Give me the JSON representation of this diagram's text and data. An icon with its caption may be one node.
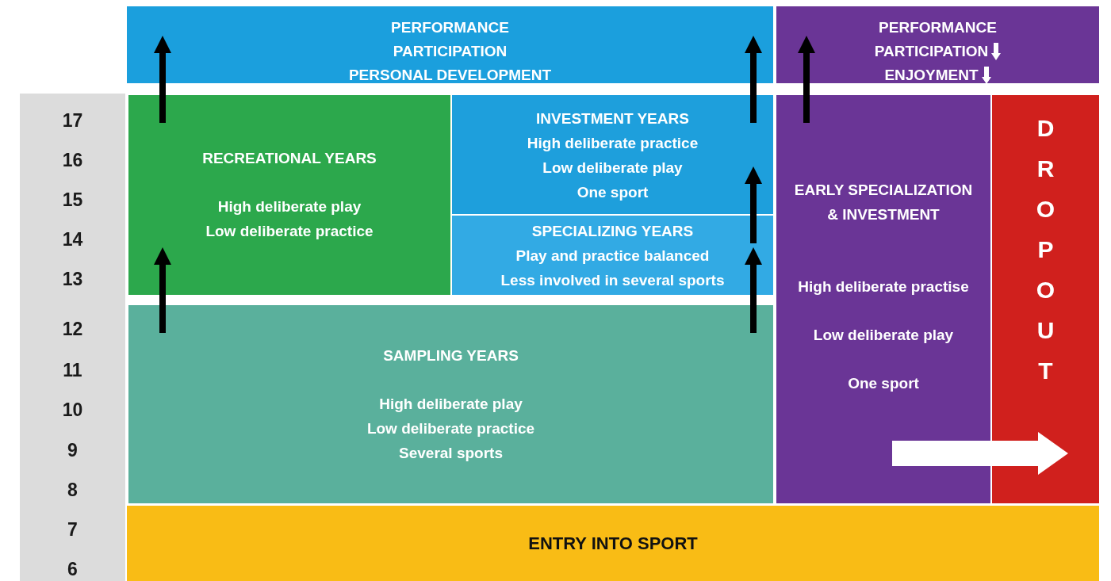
{
  "diagram": {
    "nodes": [
      {
        "text": [
          "PERFORMANCE",
          "PARTICIPATION",
          "PERSONAL DEVELOPMENT"
        ]
      },
      {
        "text": [
          "PERFORMANCE",
          "PARTICIPATION",
          "ENJOYMENT"
        ]
      },
      {
        "text": [
          "RECREATIONAL YEARS",
          "High deliberate play",
          "Low deliberate practice"
        ]
      },
      {
        "text": [
          "INVESTMENT YEARS",
          "High deliberate practice",
          "Low deliberate play",
          "One sport"
        ]
      },
      {
        "text": [
          "SPECIALIZING YEARS",
          "Play and practice balanced",
          "Less involved in several sports"
        ]
      },
      {
        "text": [
          "EARLY SPECIALIZATION & INVESTMENT",
          "High deliberate practise",
          "Low deliberate play",
          "One sport"
        ]
      },
      {
        "text": [
          "DROPOUT"
        ]
      },
      {
        "text": [
          "SAMPLING YEARS",
          "High deliberate play",
          "Low deliberate practice",
          "Several sports"
        ]
      },
      {
        "text": [
          "ENTRY INTO SPORT"
        ]
      }
    ],
    "edges": [
      {
        "from": 2,
        "to": 0,
        "arrow": "to"
      },
      {
        "from": 7,
        "to": 2,
        "arrow": "to"
      },
      {
        "from": 3,
        "to": 0,
        "arrow": "to"
      },
      {
        "from": 4,
        "to": 3,
        "arrow": "to"
      },
      {
        "from": 7,
        "to": 4,
        "arrow": "to"
      },
      {
        "from": 5,
        "to": 1,
        "arrow": "to"
      },
      {
        "from": 5,
        "to": 6,
        "arrow": "to",
        "style": "thick",
        "color": "#ffffff"
      }
    ],
    "labels": [
      "17",
      "16",
      "15",
      "14",
      "13",
      "12",
      "11",
      "10",
      "9",
      "8",
      "7",
      "6"
    ]
  }
}
